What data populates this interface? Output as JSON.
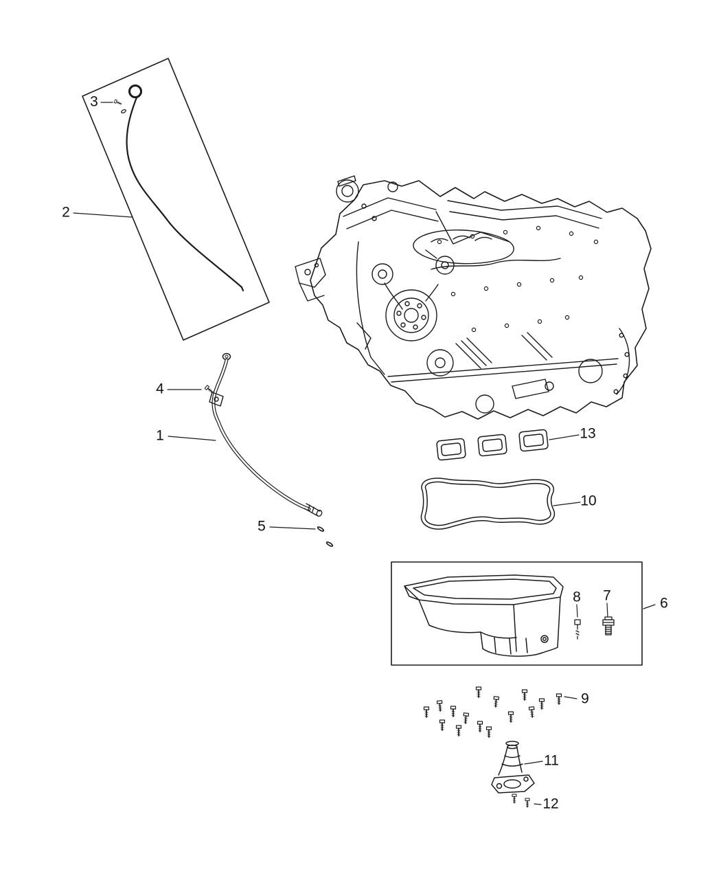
{
  "canvas": {
    "background": "#ffffff",
    "line_color": "#1a1a1a",
    "text_color": "#111111"
  },
  "callouts": {
    "c1": {
      "label": "1"
    },
    "c2": {
      "label": "2"
    },
    "c3": {
      "label": "3"
    },
    "c4": {
      "label": "4"
    },
    "c5": {
      "label": "5"
    },
    "c6": {
      "label": "6"
    },
    "c7": {
      "label": "7"
    },
    "c8": {
      "label": "8"
    },
    "c9": {
      "label": "9"
    },
    "c10": {
      "label": "10"
    },
    "c11": {
      "label": "11"
    },
    "c12": {
      "label": "12"
    },
    "c13": {
      "label": "13"
    }
  }
}
